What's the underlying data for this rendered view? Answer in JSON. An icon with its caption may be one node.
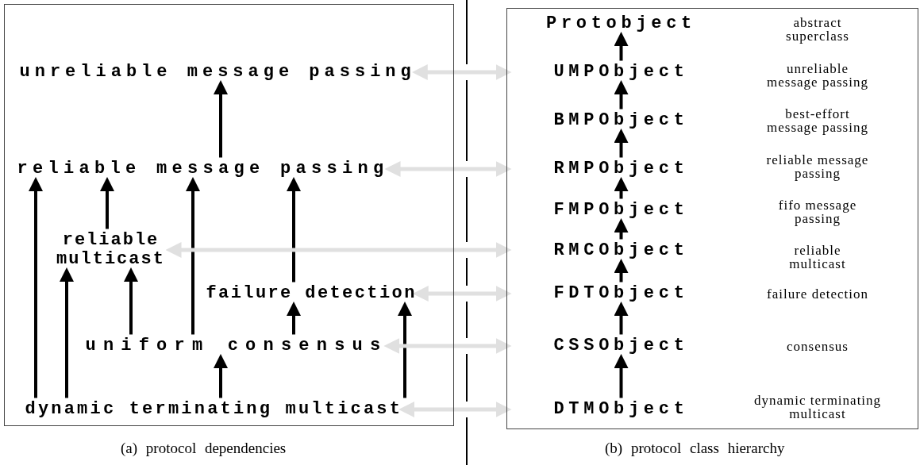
{
  "diagram": {
    "nodes": [
      {
        "text": [],
        "shape": "box"
      },
      {
        "text": [
          "unreliable message passing"
        ],
        "in": 0
      },
      {
        "text": [
          "reliable message passing"
        ],
        "in": 0
      },
      {
        "text": [
          "reliable multicast"
        ],
        "in": 0
      },
      {
        "text": [
          "failure detection"
        ],
        "in": 0
      },
      {
        "text": [
          "uniform consensus"
        ],
        "in": 0
      },
      {
        "text": [
          "dynamic terminating multicast"
        ],
        "in": 0
      },
      {
        "text": [],
        "shape": "box"
      },
      {
        "text": [
          "Protobject"
        ],
        "in": 7
      },
      {
        "text": [
          "UMPObject"
        ],
        "in": 7
      },
      {
        "text": [
          "BMPObject"
        ],
        "in": 7
      },
      {
        "text": [
          "RMPObject"
        ],
        "in": 7
      },
      {
        "text": [
          "FMPObject"
        ],
        "in": 7
      },
      {
        "text": [
          "RMCObject"
        ],
        "in": 7
      },
      {
        "text": [
          "FDTObject"
        ],
        "in": 7
      },
      {
        "text": [
          "CSSObject"
        ],
        "in": 7
      },
      {
        "text": [
          "DTMObject"
        ],
        "in": 7
      }
    ],
    "edges": [
      {
        "from": 2,
        "to": 1,
        "arrow": "to"
      },
      {
        "from": 6,
        "to": 2,
        "arrow": "to"
      },
      {
        "from": 6,
        "to": 3,
        "arrow": "to"
      },
      {
        "from": 3,
        "to": 2,
        "arrow": "to"
      },
      {
        "from": 5,
        "to": 3,
        "arrow": "to"
      },
      {
        "from": 5,
        "to": 2,
        "arrow": "to"
      },
      {
        "from": 4,
        "to": 2,
        "arrow": "to"
      },
      {
        "from": 5,
        "to": 4,
        "arrow": "to"
      },
      {
        "from": 6,
        "to": 5,
        "arrow": "to"
      },
      {
        "from": 6,
        "to": 4,
        "arrow": "to"
      },
      {
        "from": 9,
        "to": 8,
        "arrow": "to"
      },
      {
        "from": 10,
        "to": 9,
        "arrow": "to"
      },
      {
        "from": 11,
        "to": 10,
        "arrow": "to"
      },
      {
        "from": 12,
        "to": 11,
        "arrow": "to"
      },
      {
        "from": 13,
        "to": 12,
        "arrow": "to"
      },
      {
        "from": 14,
        "to": 13,
        "arrow": "to"
      },
      {
        "from": 15,
        "to": 14,
        "arrow": "to"
      },
      {
        "from": 16,
        "to": 15,
        "arrow": "to"
      },
      {
        "from": 1,
        "to": 9,
        "arrow": "both",
        "color": "#e0e0e0"
      },
      {
        "from": 2,
        "to": 11,
        "arrow": "both",
        "color": "#e0e0e0"
      },
      {
        "from": 3,
        "to": 13,
        "arrow": "both",
        "color": "#e0e0e0"
      },
      {
        "from": 4,
        "to": 14,
        "arrow": "both",
        "color": "#e0e0e0"
      },
      {
        "from": 5,
        "to": 15,
        "arrow": "both",
        "color": "#e0e0e0"
      },
      {
        "from": 6,
        "to": 16,
        "arrow": "both",
        "color": "#e0e0e0"
      }
    ],
    "labels": [
      "abstract superclass",
      "unreliable message passing",
      "best-effort message passing",
      "reliable message passing",
      "fifo message passing",
      "reliable multicast",
      "failure detection",
      "consensus",
      "dynamic terminating multicast",
      "(a) protocol dependencies",
      "(b) protocol class hierarchy"
    ]
  }
}
